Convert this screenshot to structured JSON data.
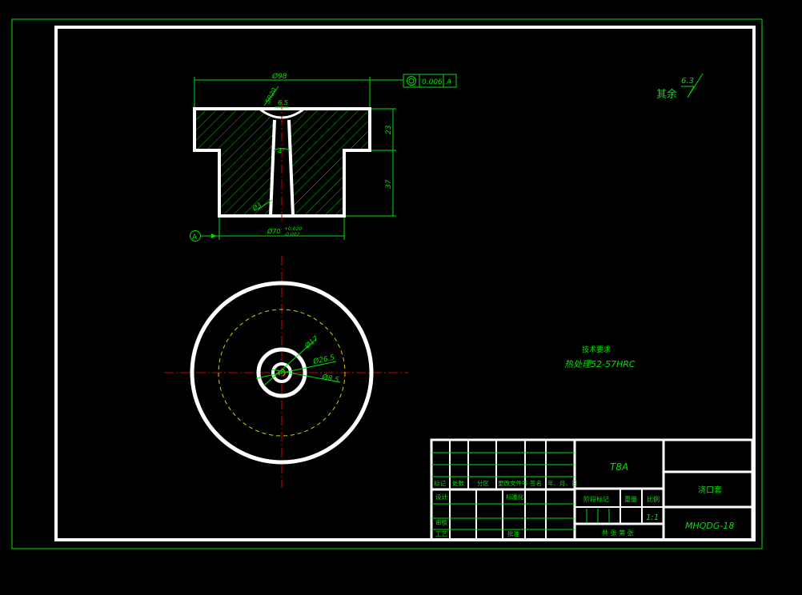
{
  "drawing": {
    "roughness": {
      "prefix": "其余",
      "value": "6.3"
    },
    "tolerance_frame": {
      "value": "0.006",
      "datum": "A"
    },
    "datum_label": "A",
    "section_dims": {
      "top_diameter": "Ø98",
      "radius": "SR20",
      "hole_width": "6.5",
      "height_top": "23",
      "height_bottom": "37",
      "taper": "4°",
      "bottom_diameter": "Ø3",
      "base_diameter": "Ø70",
      "base_tol_upper": "+0.020",
      "base_tol_lower": "-0.002"
    },
    "plan_dims": {
      "d1": "Ø17",
      "d2": "Ø26.5",
      "d3": "Ø8.5"
    },
    "tech_requirements": {
      "title": "技术要求",
      "line1": "热处理52-57HRC"
    }
  },
  "title_block": {
    "material": "T8A",
    "part_name": "浇口套",
    "drawing_no": "MHQDG-18",
    "scale": "1:1",
    "headers": [
      "标记",
      "处数",
      "分区",
      "更改文件号",
      "签名",
      "年、月、日"
    ],
    "design": "设计",
    "standardize": "标准化",
    "review": "审核",
    "process": "工艺",
    "approve": "批准",
    "stage_label": "阶段标记",
    "weight_label": "重量",
    "scale_label": "比例",
    "sheets": "共 张 第 张"
  }
}
